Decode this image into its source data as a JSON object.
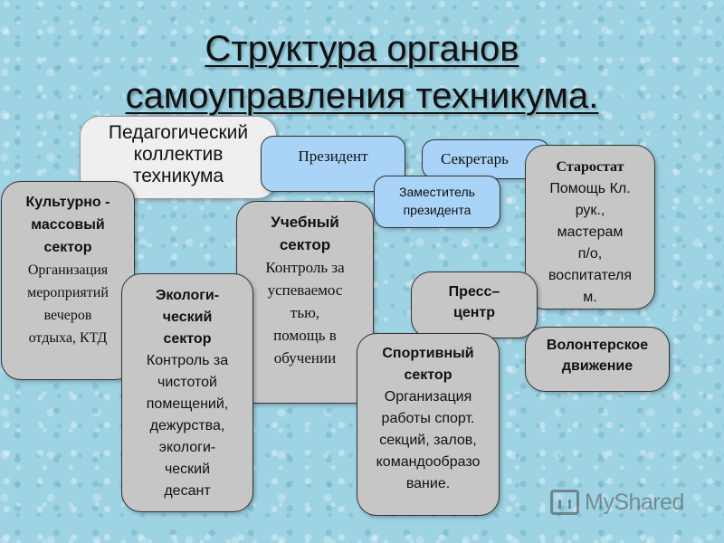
{
  "title": {
    "line1": "Структура органов",
    "line2": "самоуправления техникума."
  },
  "boxes": {
    "pedagogical": {
      "lines": [
        "Педагогический",
        "коллектив",
        "техникума"
      ]
    },
    "president": {
      "label": "Президент"
    },
    "secretary": {
      "label": "Секретарь"
    },
    "vice_president": {
      "lines": [
        "Заместитель",
        "президента"
      ]
    },
    "starostat": {
      "heading": "Старостат",
      "lines": [
        "Помощь Кл.",
        "рук.,",
        "мастерам",
        "п/о,",
        "воспитателя",
        "м."
      ]
    },
    "cultural": {
      "heading_lines": [
        "Культурно -",
        "массовый",
        "сектор"
      ],
      "lines": [
        "Организация",
        "мероприятий",
        "вечеров",
        "отдыха, КТД"
      ]
    },
    "educational": {
      "heading_lines": [
        "Учебный",
        "сектор"
      ],
      "lines": [
        "Контроль за",
        "успеваемос",
        "тью,",
        "помощь в",
        "обучении"
      ]
    },
    "press": {
      "heading_lines": [
        "Пресс–",
        "центр"
      ]
    },
    "volunteer": {
      "heading_lines": [
        "Волонтерское",
        "движение"
      ]
    },
    "ecological": {
      "heading_lines": [
        "Экологи-",
        "ческий",
        "сектор"
      ],
      "lines": [
        "Контроль за",
        "чистотой",
        "помещений,",
        "дежурства,",
        "экологи-",
        "ческий",
        "десант"
      ]
    },
    "sport": {
      "heading_lines": [
        "Спортивный",
        "сектор"
      ],
      "lines": [
        "Организация",
        "работы спорт.",
        "секций, залов,",
        "командообразо",
        "вание."
      ]
    }
  },
  "watermark": {
    "text": "MyShared",
    "icon": "presentation-board-icon"
  },
  "colors": {
    "background": "#9ed3e4",
    "box_gray": "#c6c6c6",
    "box_blue": "#a9d4f7",
    "box_white": "#efefef"
  }
}
